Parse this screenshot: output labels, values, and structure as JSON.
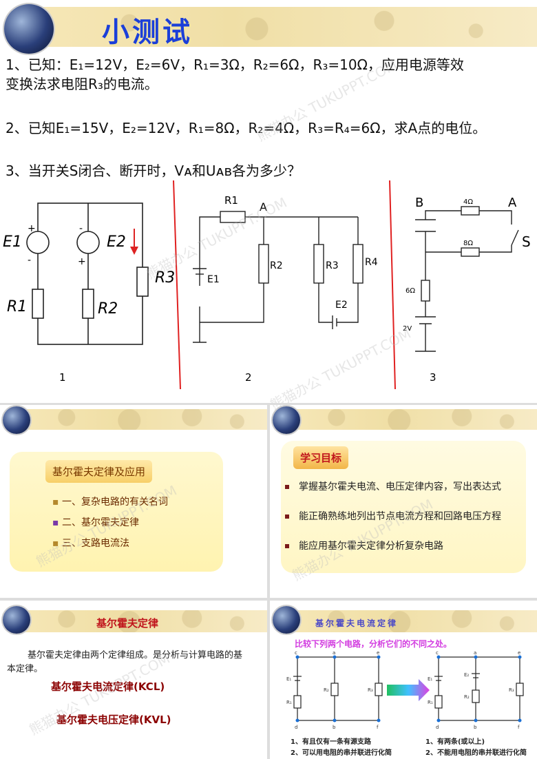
{
  "slide1": {
    "title": "小测试",
    "q1_line1": "1、已知：E₁=12V，E₂=6V，R₁=3Ω，R₂=6Ω，R₃=10Ω，应用电源等效",
    "q1_line2": "变换法求电阻R₃的电流。",
    "q2": "2、已知E₁=15V，E₂=12V，R₁=8Ω，R₂=4Ω，R₃=R₄=6Ω，求A点的电位。",
    "q3": "3、当开关S闭合、断开时，Vᴀ和Uᴀʙ各为多少？",
    "circuit1": {
      "E1": "E1",
      "E2": "E2",
      "R1": "R1",
      "R2": "R2",
      "R3": "R3",
      "plus": "+",
      "minus": "-",
      "caption": "1"
    },
    "circuit2": {
      "R1": "R1",
      "A": "A",
      "R2": "R2",
      "R3": "R3",
      "R4": "R4",
      "E1": "E1",
      "E2": "E2",
      "caption": "2"
    },
    "circuit3": {
      "B": "B",
      "A": "A",
      "r4": "4Ω",
      "r8": "8Ω",
      "S": "S",
      "r6": "6Ω",
      "v2": "2V",
      "caption": "3"
    }
  },
  "slide2": {
    "heading": "基尔霍夫定律及应用",
    "items": [
      "一、复杂电路的有关名词",
      "二、基尔霍夫定律",
      "三、支路电流法"
    ]
  },
  "slide3": {
    "heading": "学习目标",
    "items": [
      "掌握基尔霍夫电流、电压定律内容，写出表达式",
      "能正确熟练地列出节点电流方程和回路电压方程",
      "能应用基尔霍夫定律分析复杂电路"
    ]
  },
  "slide4": {
    "heading": "基尔霍夫定律",
    "intro1": "基尔霍夫定律由两个定律组成。是分析与计算电路的基",
    "intro2": "本定律。",
    "kcl": "基尔霍夫电流定律(KCL)",
    "kvl": "基尔霍夫电压定律(KVL)"
  },
  "slide5": {
    "heading": "基尔霍夫电流定律",
    "subtitle": "比较下列两个电路，分析它们的不同之处。",
    "left_notes": [
      "1、有且仅有一条有源支路",
      "2、可以用电阻的串并联进行化简"
    ],
    "right_notes": [
      "1、有两条(或以上)",
      "2、不能用电阻的串并联进行化简"
    ],
    "labels": {
      "c": "c",
      "a": "a",
      "e": "e",
      "d": "d",
      "b": "b",
      "f": "f",
      "E1": "E₁",
      "E2": "E₂",
      "R1": "R₁",
      "R2": "R₂",
      "R3": "R₃"
    }
  },
  "watermark": "熊猫办公 TUKUPPT.COM"
}
